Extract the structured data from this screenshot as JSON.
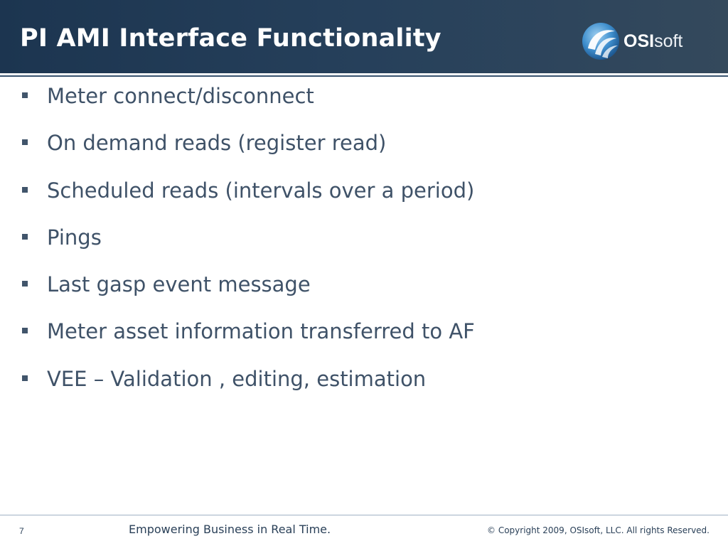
{
  "slide": {
    "title": "PI AMI Interface Functionality",
    "logo": {
      "bold_text": "OSI",
      "regular_text": "soft",
      "mark_icon": "osisoft-swirl-icon"
    },
    "bullets": [
      {
        "text": "Meter connect/disconnect"
      },
      {
        "text": "On demand reads (register read)"
      },
      {
        "text": "Scheduled reads (intervals over a period)"
      },
      {
        "text": "Pings"
      },
      {
        "text": "Last gasp event message"
      },
      {
        "text": "Meter asset information transferred to AF"
      },
      {
        "text": "VEE – Validation , editing, estimation"
      }
    ],
    "bullet_icon": "square-bullet-icon"
  },
  "footer": {
    "page_number": "7",
    "tagline": "Empowering Business in Real Time.",
    "copyright": "© Copyright 2009, OSIsoft, LLC.  All rights Reserved."
  },
  "colors": {
    "title_bar": "#1c3550",
    "title_text": "#ffffff",
    "body_text": "#3f5268",
    "footer_rule": "#9fb1c4"
  }
}
